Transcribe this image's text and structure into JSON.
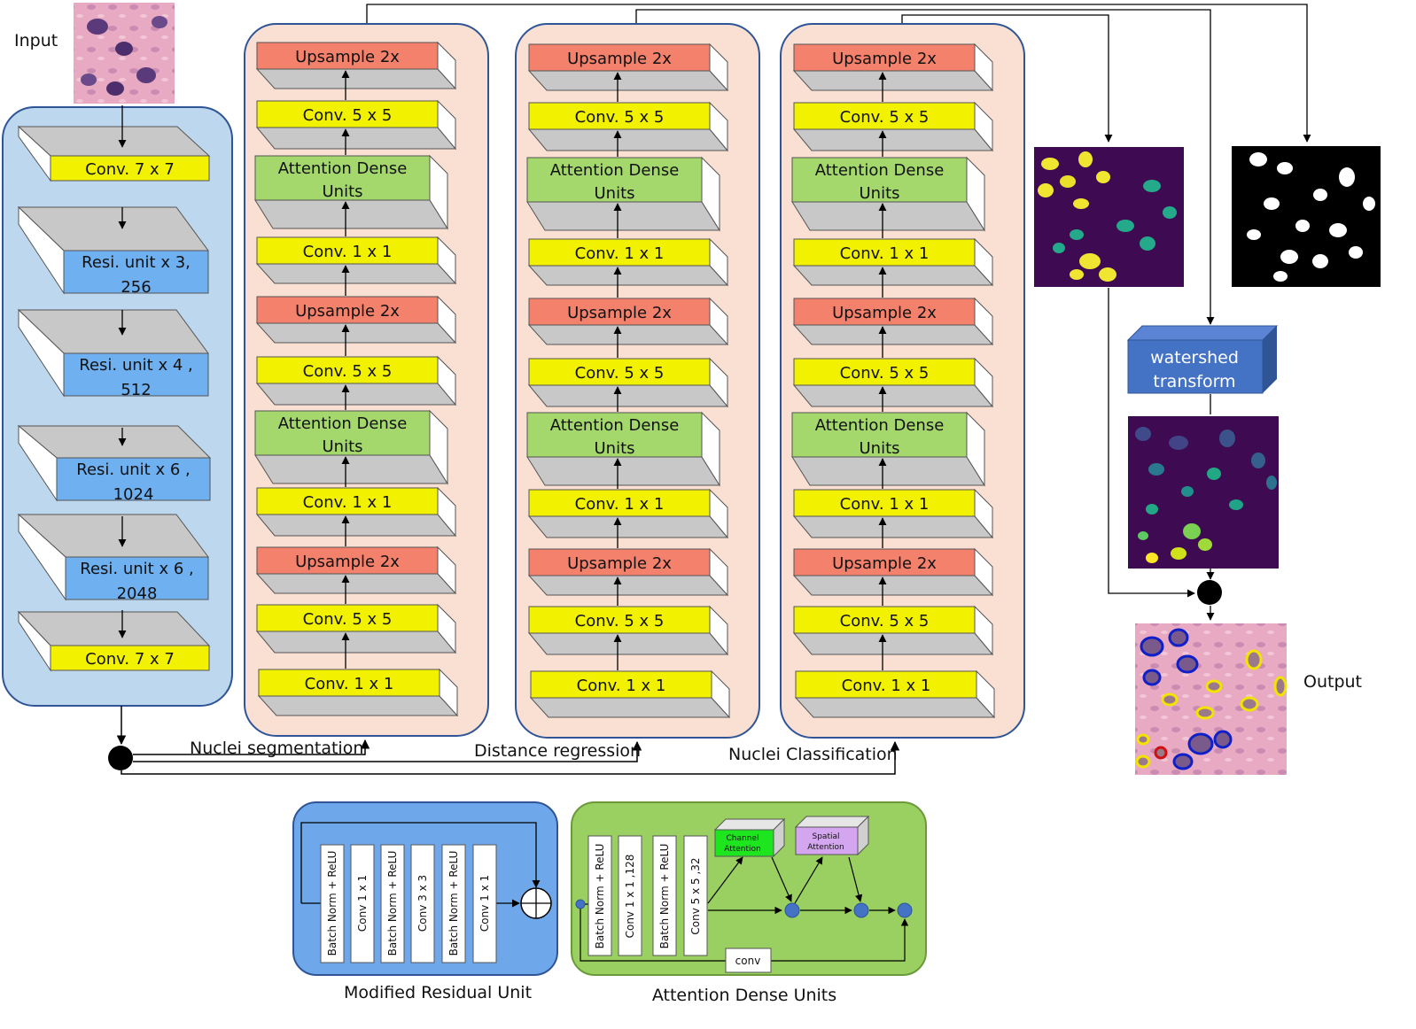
{
  "labels": {
    "input": "Input",
    "output": "Output",
    "watershed_line1": "watershed",
    "watershed_line2": "transform",
    "nuclei_segmentation": "Nuclei segmentation",
    "distance_regression": "Distance regression",
    "nuclei_classification": "Nuclei Classification",
    "modified_residual_unit": "Modified Residual Unit",
    "attention_dense_units": "Attention Dense Units"
  },
  "encoder": {
    "blocks": [
      {
        "line1": "Conv. 7 x 7",
        "line2": ""
      },
      {
        "line1": "Resi. unit x 3,",
        "line2": "256"
      },
      {
        "line1": "Resi. unit x 4 ,",
        "line2": "512"
      },
      {
        "line1": "Resi. unit x 6 ,",
        "line2": "1024"
      },
      {
        "line1": "Resi. unit x 6 ,",
        "line2": "2048"
      },
      {
        "line1": "Conv. 7 x 7",
        "line2": ""
      }
    ]
  },
  "decoder_block_labels": {
    "upsample": "Upsample 2x",
    "conv5": "Conv. 5 x 5",
    "att_line1": "Attention Dense",
    "att_line2": "Units",
    "conv1": "Conv. 1 x 1"
  },
  "residual_unit": {
    "layers": [
      "Batch Norm + ReLU",
      "Conv 1 x 1",
      "Batch Norm + ReLU",
      "Conv 3 x 3",
      "Batch Norm + ReLU",
      "Conv 1 x 1"
    ]
  },
  "attention_unit": {
    "layers": [
      "Batch Norm + ReLU",
      "Conv 1 x 1 ,128",
      "Batch Norm + ReLU",
      "Conv 5 x 5 ,32"
    ],
    "channel_line1": "Channel",
    "channel_line2": "Attention",
    "spatial_line1": "Spatial",
    "spatial_line2": "Attention",
    "conv": "conv"
  },
  "colors": {
    "encoder_bg": "#bdd7ee",
    "decoder_bg": "#f9e0d3",
    "upsample": "#f4816b",
    "conv_yellow": "#f2f200",
    "attention_green": "#a4d86c",
    "resi_blue": "#6eb0f0",
    "watershed_blue": "#4472c4",
    "residual_panel": "#6fa8ea",
    "attention_panel": "#9ad061"
  }
}
